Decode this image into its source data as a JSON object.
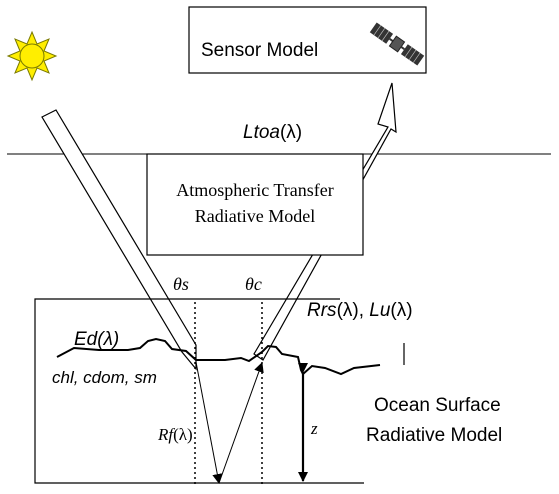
{
  "sensor": {
    "label": "Sensor Model",
    "icon": "satellite-icon"
  },
  "sun": {
    "icon": "sun-icon",
    "color": "#ffee00"
  },
  "toa": {
    "symbol": "Ltoa",
    "lambda": "(λ)"
  },
  "atmosphere": {
    "line1": "Atmospheric Transfer",
    "line2": "Radiative Model"
  },
  "angles": {
    "solar": "θs",
    "sensor": "θc"
  },
  "surface": {
    "rrs_sym": "Rrs",
    "rrs_lambda": "(λ), ",
    "lu_sym": "Lu",
    "lu_lambda": "(λ)",
    "ed": "Ed(λ)",
    "constituents": "chl, cdom, sm",
    "rf_sym": "Rf",
    "rf_lambda": "(λ)",
    "depth": "z"
  },
  "ocean": {
    "line1": "Ocean Surface",
    "line2": "Radiative Model"
  }
}
